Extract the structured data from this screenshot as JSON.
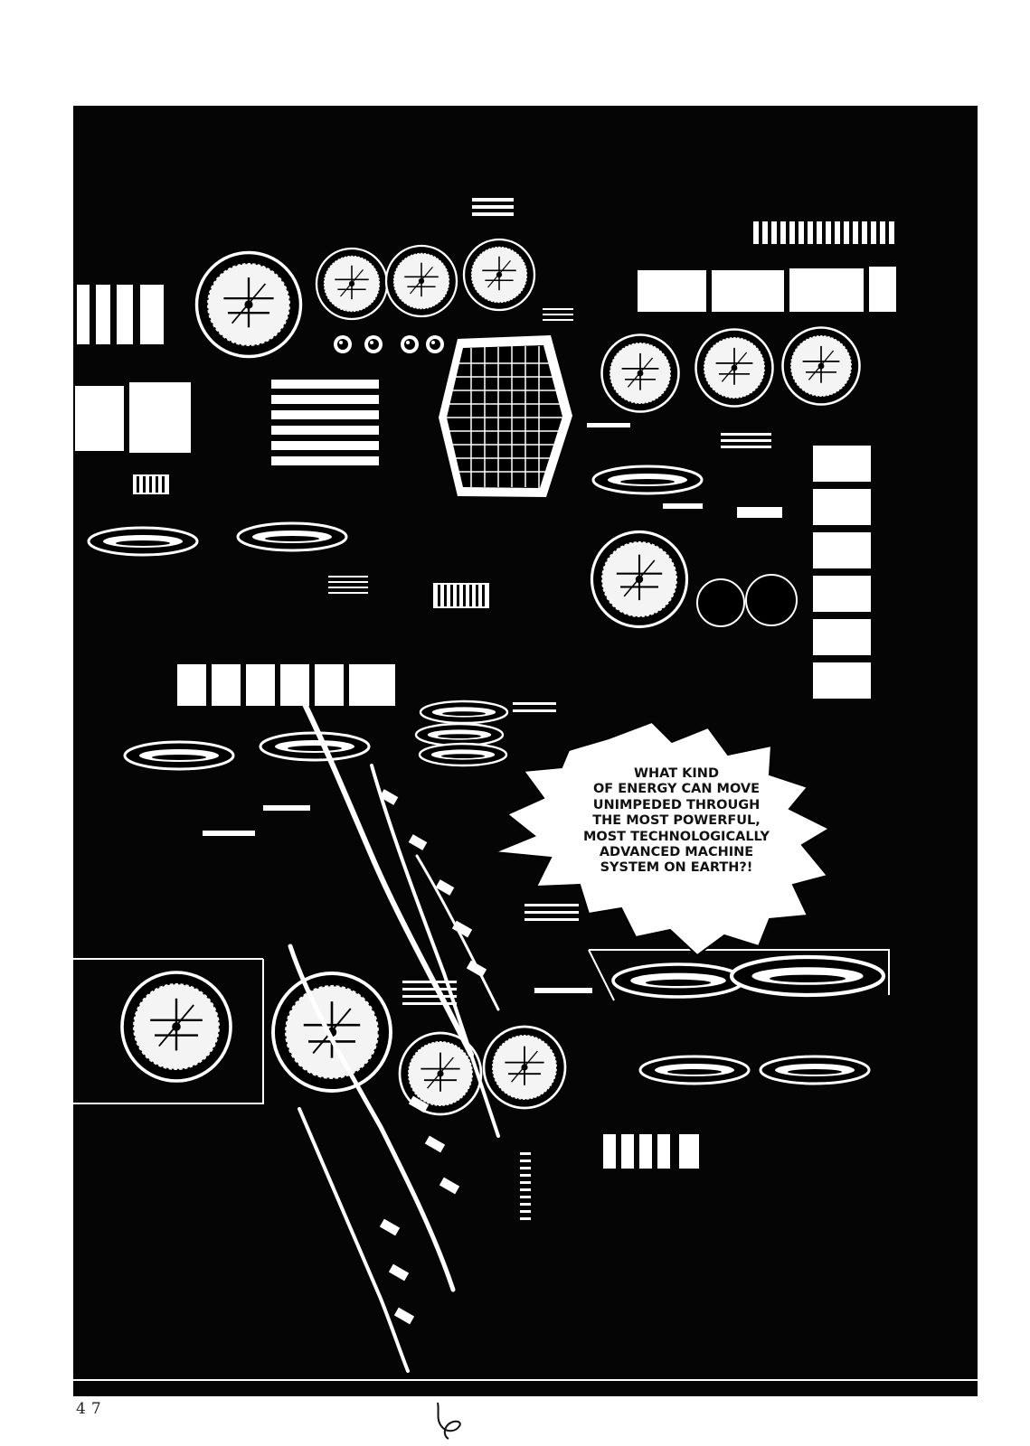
{
  "page_number": "47",
  "speech_balloon": {
    "lines": [
      "WHAT KIND",
      "OF ENERGY CAN MOVE",
      "UNIMPEDED THROUGH",
      "THE MOST POWERFUL,",
      "MOST TECHNOLOGICALLY",
      "ADVANCED MACHINE",
      "SYSTEM ON EARTH?!"
    ]
  },
  "colors": {
    "panel": "#050505",
    "ink": "#ffffff",
    "paper": "#ffffff"
  }
}
